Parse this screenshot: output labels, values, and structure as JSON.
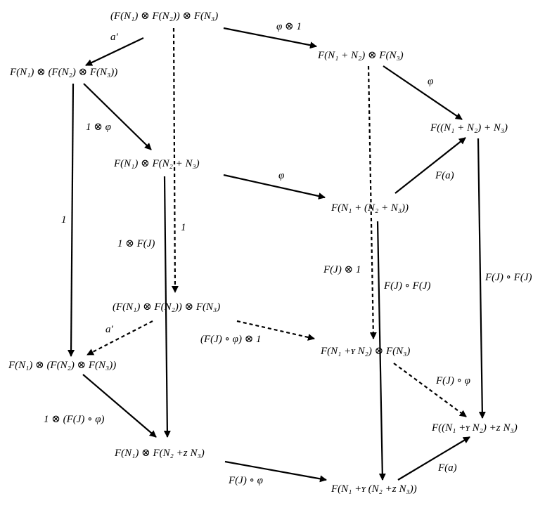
{
  "nodes": {
    "n_top": "(F(N₁) ⊗ F(N₂)) ⊗ F(N₃)",
    "n_left1": "F(N₁) ⊗ (F(N₂) ⊗ F(N₃))",
    "n_mid1": "F(N₁) ⊗ F(N₂ + N₃)",
    "n_r1": "F(N₁ + N₂) ⊗ F(N₃)",
    "n_far1": "F((N₁ + N₂) + N₃)",
    "n_c1": "F(N₁ + (N₂ + N₃))",
    "n_mid2": "(F(N₁) ⊗ F(N₂)) ⊗ F(N₃)",
    "n_left2": "F(N₁) ⊗ (F(N₂) ⊗ F(N₃))",
    "n_r2": "F(N₁ +ʏ N₂) ⊗ F(N₃)",
    "n_far2": "F((N₁ +ʏ N₂) +ᴢ N₃)",
    "n_mid3": "F(N₁) ⊗ F(N₂ +ᴢ N₃)",
    "n_c2": "F(N₁ +ʏ (N₂ +ᴢ N₃))"
  },
  "edge_labels": {
    "a_prime_top": "a′",
    "phi_tensor_1": "φ ⊗ 1",
    "phi_right": "φ",
    "one_tensor_phi": "1 ⊗ φ",
    "phi_mid": "φ",
    "Fa_top": "F(a)",
    "one_left": "1",
    "one_dashed": "1",
    "one_tensor_FJ": "1 ⊗ F(J)",
    "FJ_tensor_1": "F(J) ⊗ 1",
    "FJ_circ_FJ_center": "F(J) ∘ F(J)",
    "FJ_circ_FJ_right": "F(J) ∘ F(J)",
    "a_prime_bottom": "a′",
    "FJphi_tensor_1": "(F(J) ∘ φ) ⊗ 1",
    "FJ_circ_phi_right": "F(J) ∘ φ",
    "one_tensor_FJphi": "1 ⊗ (F(J) ∘ φ)",
    "FJ_circ_phi_bottom": "F(J) ∘ φ",
    "Fa_bottom": "F(a)"
  },
  "colors": {
    "ink": "#000000",
    "background": "#ffffff"
  }
}
